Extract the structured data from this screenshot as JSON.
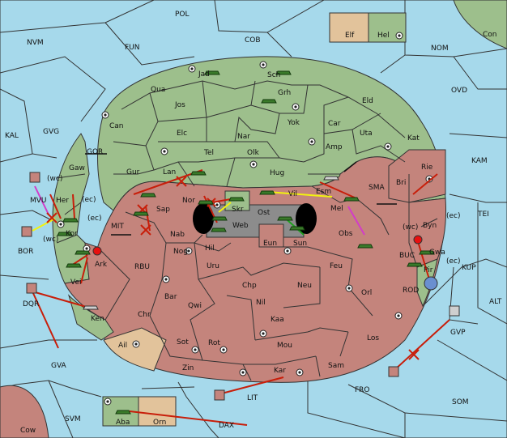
{
  "map": {
    "colors": {
      "sea": "#a6d9eb",
      "green_power": "#9dbf8c",
      "red_power": "#c4847c",
      "tan_power": "#e2c39b",
      "neutral_grey": "#8c8c8c",
      "order_move": "#c81e0a",
      "order_support": "#f2f210",
      "order_convoy": "#d23cc8",
      "order_green": "#1fa01f"
    },
    "sea_labels": {
      "pol": "POL",
      "nvm": "NVM",
      "fun": "FUN",
      "cob": "COB",
      "nom": "NOM",
      "con": "Con",
      "kal": "KAL",
      "gvg": "GVG",
      "gor": "GOR",
      "ovd": "OVD",
      "kam": "KAM",
      "tei": "TEI",
      "sma": "SMA",
      "mit": "MIT",
      "bor": "BOR",
      "rbu": "RBU",
      "buc": "BUC",
      "kup": "KUP",
      "rod": "ROD",
      "alt": "ALT",
      "dqr": "DQR",
      "gva": "GVA",
      "fro": "FRO",
      "som": "SOM",
      "svm": "SVM",
      "lit": "LIT",
      "dax": "DAX",
      "cow": "Cow",
      "elf": "Elf",
      "hel": "Hel",
      "gvp": "GVP",
      "mvu": "MVU"
    },
    "land_labels": {
      "jad": "Jad",
      "sch": "Sch",
      "grh": "Grh",
      "qua": "Qua",
      "jos": "Jos",
      "eld": "Eld",
      "can": "Can",
      "yok": "Yok",
      "car": "Car",
      "uta": "Uta",
      "elc": "Elc",
      "nar": "Nar",
      "kat": "Kat",
      "tel": "Tel",
      "olk": "Olk",
      "amp": "Amp",
      "gur": "Gur",
      "hug": "Hug",
      "rie": "Rie",
      "lan": "Lan",
      "bri": "Bri",
      "skr": "Skr",
      "vil": "Vil",
      "esm": "Esm",
      "nor": "Nor",
      "sap": "Sap",
      "web": "Web",
      "ost": "Ost",
      "mel": "Mel",
      "byn": "Byn",
      "gaw": "Gaw",
      "her": "Her",
      "kor": "Kor",
      "nab": "Nab",
      "eun": "Eun",
      "sun": "Sun",
      "obs": "Obs",
      "gwa": "Gwa",
      "nog": "Nog",
      "hil": "Hil",
      "ark": "Ark",
      "pir": "Pir",
      "uru": "Uru",
      "feu": "Feu",
      "vei": "Vei",
      "chp": "Chp",
      "neu": "Neu",
      "orl": "Orl",
      "bar": "Bar",
      "qwi": "Qwi",
      "nil": "Nil",
      "ken": "Ken",
      "chr": "Chr",
      "kaa": "Kaa",
      "sot": "Sot",
      "rot": "Rot",
      "mou": "Mou",
      "los": "Los",
      "ail": "Ail",
      "zin": "Zin",
      "kar": "Kar",
      "sam": "Sam",
      "aba": "Aba",
      "orn": "Orn"
    },
    "coast_tags": {
      "wc_mvu": "(wc)",
      "ec_her": "(ec)",
      "ec_kor": "(ec)",
      "wc_kor": "(wc)",
      "wc_byn": "(wc)",
      "ec_byn": "(ec)",
      "ec_gwa": "(ec)"
    }
  }
}
